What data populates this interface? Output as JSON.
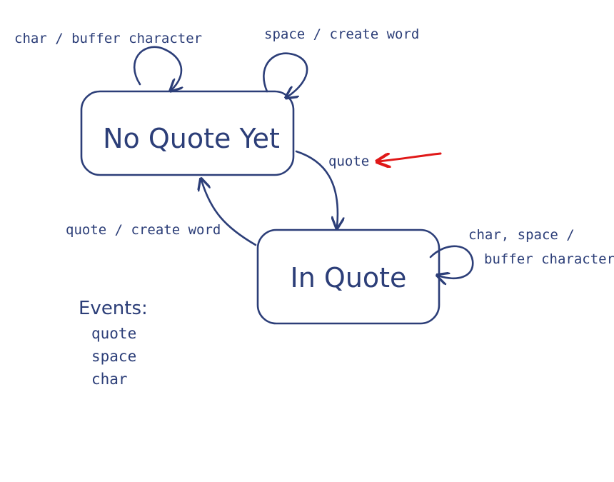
{
  "states": {
    "no_quote_yet": "No Quote Yet",
    "in_quote": "In Quote"
  },
  "transitions": {
    "self_char_no_quote": "char / buffer character",
    "self_space_no_quote": "space / create word",
    "no_quote_to_in_quote": "quote",
    "in_quote_to_no_quote": "quote / create word",
    "self_in_quote_line1": "char, space /",
    "self_in_quote_line2": "buffer character"
  },
  "events": {
    "title": "Events:",
    "items": [
      "quote",
      "space",
      "char"
    ]
  },
  "colors": {
    "ink": "#2c3e78",
    "highlight": "#e01818",
    "background": "#ffffff"
  }
}
